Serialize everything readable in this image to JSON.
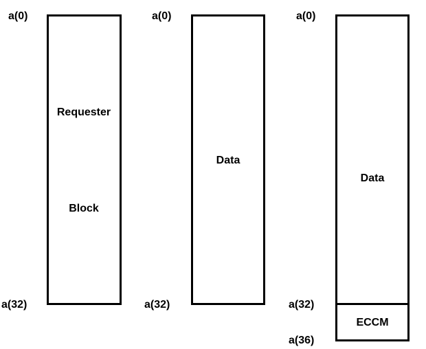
{
  "diagram": {
    "blocks": [
      {
        "top_address": "a(0)",
        "bottom_address": "a(32)",
        "lines": [
          "Requester",
          "Block"
        ]
      },
      {
        "top_address": "a(0)",
        "bottom_address": "a(32)",
        "lines": [
          "Data"
        ]
      },
      {
        "top_address": "a(0)",
        "middle_address": "a(32)",
        "bottom_address": "a(36)",
        "lines": [
          "Data"
        ],
        "extension_label": "ECCM"
      }
    ],
    "colors": {
      "line": "#000000",
      "background": "#ffffff"
    }
  }
}
